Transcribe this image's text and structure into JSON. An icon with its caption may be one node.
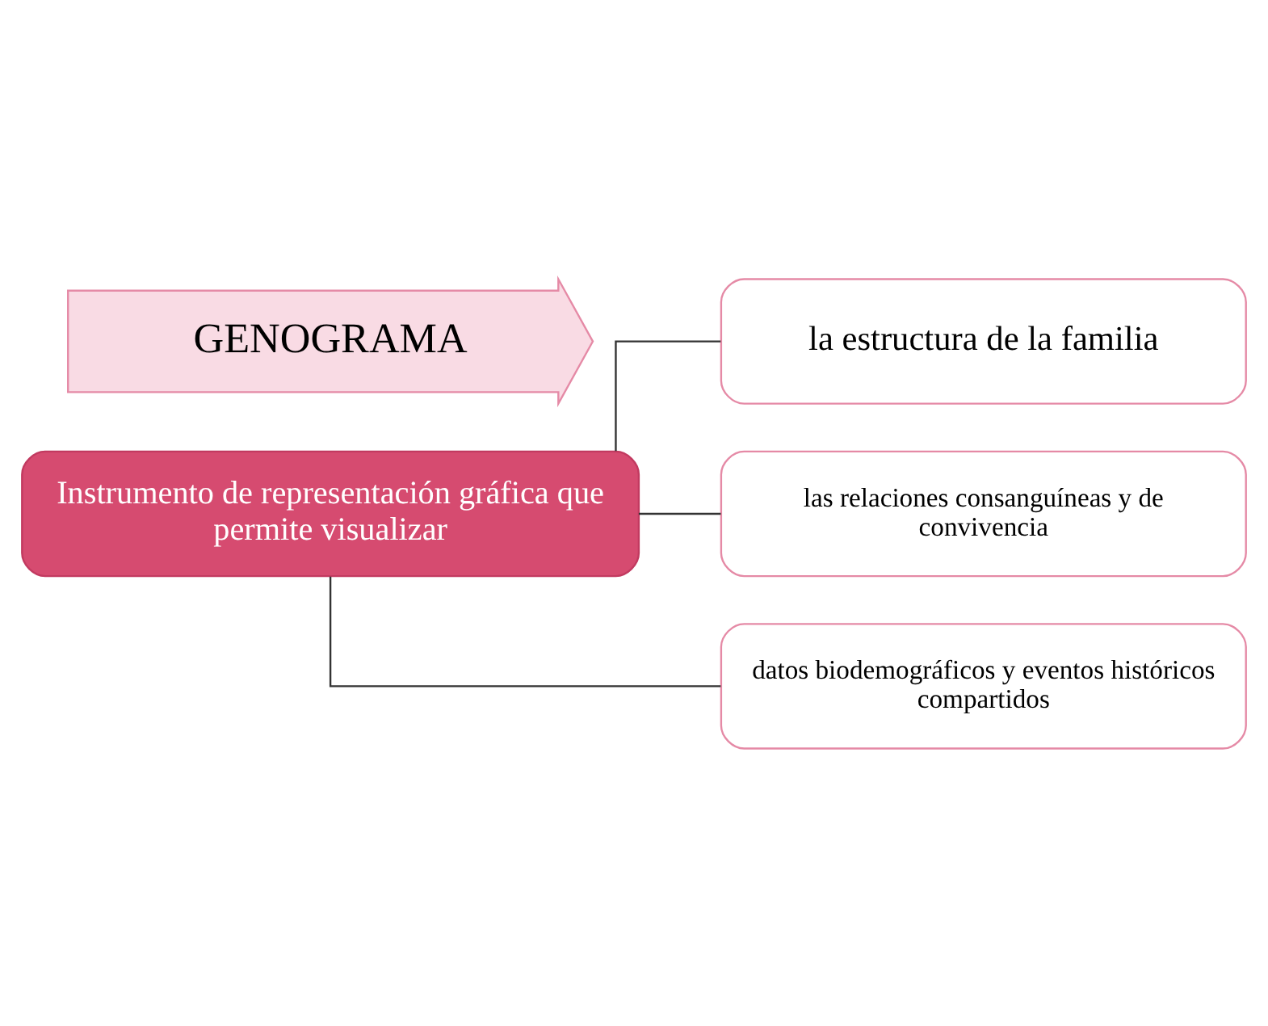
{
  "diagram": {
    "nodes": [
      {
        "text": [
          "GENOGRAMA"
        ]
      },
      {
        "text": [
          "Instrumento de representación gráfica que permite visualizar"
        ]
      },
      {
        "text": [
          "la estructura de la familia"
        ]
      },
      {
        "text": [
          "las relaciones consanguíneas y de convivencia"
        ]
      },
      {
        "text": [
          "datos biodemográficos y eventos históricos compartidos"
        ]
      }
    ],
    "edges": [
      {
        "from": 1,
        "to": 2,
        "arrow": "none"
      },
      {
        "from": 1,
        "to": 3,
        "arrow": "none"
      },
      {
        "from": 1,
        "to": 4,
        "arrow": "none"
      }
    ]
  }
}
